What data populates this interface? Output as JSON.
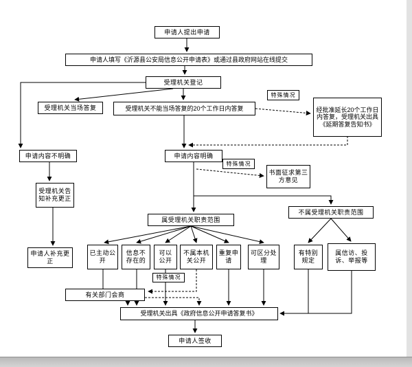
{
  "colors": {
    "line": "#000000",
    "box_border": "#000000",
    "chrome_gray": "#c3c3c3"
  },
  "nodes": {
    "submit": {
      "text": "申请人提出申请"
    },
    "fill": {
      "text": "申请人填写《沂源县公安局信息公开申请表》或通过县政府网站在线提交"
    },
    "register": {
      "text": "受理机关登记"
    },
    "onspot": {
      "text": "受理机关当场答复"
    },
    "not_onspot": {
      "text": "受理机关不能当场答复的20个工作日内答复"
    },
    "special1": {
      "text": "特殊情况"
    },
    "extend": {
      "text": "经批准延长20个工作日内答复，受理机关出具《延期答复告知书》"
    },
    "unclear": {
      "text": "申请内容不明确"
    },
    "clear": {
      "text": "申请内容明确"
    },
    "special2": {
      "text": "特殊情况"
    },
    "third_party": {
      "text": "书面征求第三方意见"
    },
    "notify_correct": {
      "text": "受理机关告知补充更正"
    },
    "in_scope": {
      "text": "属受理机关职责范围"
    },
    "out_scope": {
      "text": "不属受理机关职责范围"
    },
    "supplement": {
      "text": "申请人补充更正"
    },
    "proactive": {
      "text": "已主动公开"
    },
    "not_exist": {
      "text": "信息不存在的"
    },
    "can_open": {
      "text": "可以公开"
    },
    "not_this_org": {
      "text": "不属本机关公开"
    },
    "repeat_apply": {
      "text": "重复申请"
    },
    "separable": {
      "text": "可区分处理"
    },
    "special_rule": {
      "text": "有特别规定"
    },
    "petition": {
      "text": "属信访、投诉、举报等"
    },
    "special3": {
      "text": "特殊情况"
    },
    "consult": {
      "text": "有关部门会商"
    },
    "reply_doc": {
      "text": "受理机关出具《政府信息公开申请答复书》"
    },
    "sign": {
      "text": "申请人签收"
    }
  }
}
